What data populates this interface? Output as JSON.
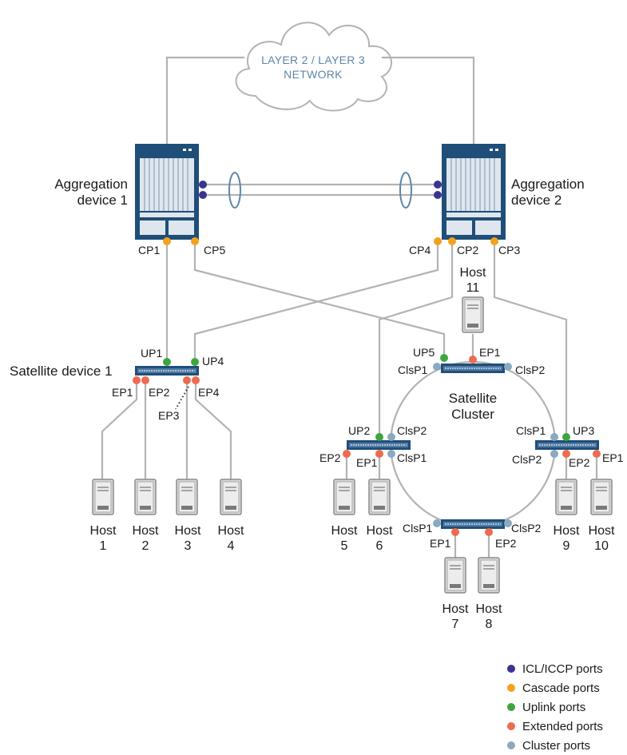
{
  "cloud": {
    "line1": "LAYER 2 / LAYER 3",
    "line2": "NETWORK"
  },
  "aggregation": [
    {
      "line1": "Aggregation",
      "line2": "device 1"
    },
    {
      "line1": "Aggregation",
      "line2": "device 2"
    }
  ],
  "satellite_device": "Satellite device 1",
  "cluster": {
    "line1": "Satellite",
    "line2": "Cluster"
  },
  "ports": {
    "cp1": "CP1",
    "cp2": "CP2",
    "cp3": "CP3",
    "cp4": "CP4",
    "cp5": "CP5",
    "up1": "UP1",
    "up2": "UP2",
    "up3": "UP3",
    "up4": "UP4",
    "up5": "UP5",
    "ep1": "EP1",
    "ep2": "EP2",
    "ep3": "EP3",
    "ep4": "EP4",
    "clsp1": "ClsP1",
    "clsp2": "ClsP2"
  },
  "hosts": [
    {
      "name": "Host",
      "num": "1"
    },
    {
      "name": "Host",
      "num": "2"
    },
    {
      "name": "Host",
      "num": "3"
    },
    {
      "name": "Host",
      "num": "4"
    },
    {
      "name": "Host",
      "num": "5"
    },
    {
      "name": "Host",
      "num": "6"
    },
    {
      "name": "Host",
      "num": "7"
    },
    {
      "name": "Host",
      "num": "8"
    },
    {
      "name": "Host",
      "num": "9"
    },
    {
      "name": "Host",
      "num": "10"
    },
    {
      "name": "Host",
      "num": "11"
    }
  ],
  "legend": [
    {
      "label": "ICL/ICCP ports",
      "color": "#3a3491"
    },
    {
      "label": "Cascade ports",
      "color": "#f4a11d"
    },
    {
      "label": "Uplink ports",
      "color": "#3fa63f"
    },
    {
      "label": "Extended ports",
      "color": "#ee6a50"
    },
    {
      "label": "Cluster ports",
      "color": "#8aa9c2"
    }
  ],
  "colors": {
    "device_blue": "#1f4e79",
    "link_gray": "#b3b3b3",
    "cloud_text": "#5d86a8"
  }
}
